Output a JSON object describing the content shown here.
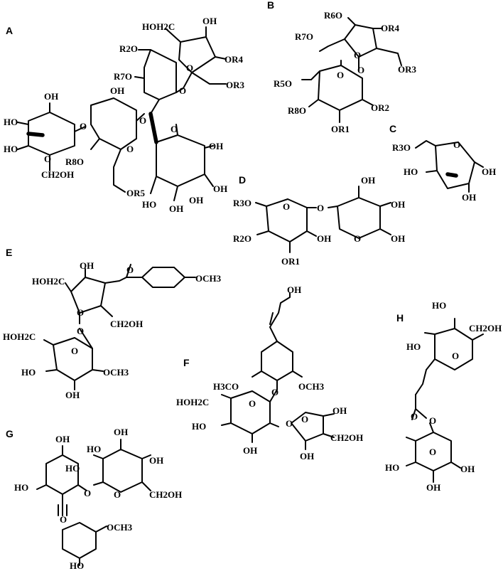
{
  "panels": {
    "A": {
      "letter": "A",
      "labels": [
        "HOH2C",
        "OH",
        "OR4",
        "R2O",
        "R7O",
        "O",
        "O",
        "OR3",
        "OH",
        "O",
        "HO",
        "OH",
        "O",
        "O",
        "O",
        "OH",
        "HO",
        "R8O",
        "O",
        "OH",
        "CH2OH",
        "OR5",
        "HO",
        "OH",
        "OH"
      ]
    },
    "B": {
      "letter": "B",
      "labels": [
        "R6O",
        "OR4",
        "R7O",
        "O",
        "O",
        "OR3",
        "R5O",
        "O",
        "R8O",
        "OR2",
        "OR1"
      ]
    },
    "C": {
      "letter": "C",
      "labels": [
        "R3O",
        "O",
        "HO",
        "OH",
        "OH"
      ]
    },
    "D": {
      "letter": "D",
      "labels": [
        "OH",
        "R3O",
        "O",
        "O",
        "OH",
        "R2O",
        "OH",
        "O",
        "OH",
        "OR1"
      ]
    },
    "E": {
      "letter": "E",
      "labels": [
        "OH",
        "O",
        "OCH3",
        "HOH2C",
        "O",
        "CH2OH",
        "O",
        "HOH2C",
        "O",
        "HO",
        "OCH3",
        "OH"
      ]
    },
    "F": {
      "letter": "F",
      "labels": [
        "OH",
        "H3CO",
        "OCH3",
        "O",
        "HOH2C",
        "O",
        "O",
        "OH",
        "HO",
        "O",
        "CH2OH",
        "OH",
        "OH"
      ]
    },
    "G": {
      "letter": "G",
      "labels": [
        "OH",
        "HO",
        "OH",
        "HO",
        "OH",
        "HO",
        "O",
        "O",
        "CH2OH",
        "O",
        "OCH3",
        "HO"
      ]
    },
    "H": {
      "letter": "H",
      "labels": [
        "HO",
        "CH2OH",
        "HO",
        "O",
        "O",
        "O",
        "O",
        "HO",
        "OH",
        "OH"
      ]
    }
  },
  "colors": {
    "ink": "#000000",
    "background": "#ffffff"
  }
}
